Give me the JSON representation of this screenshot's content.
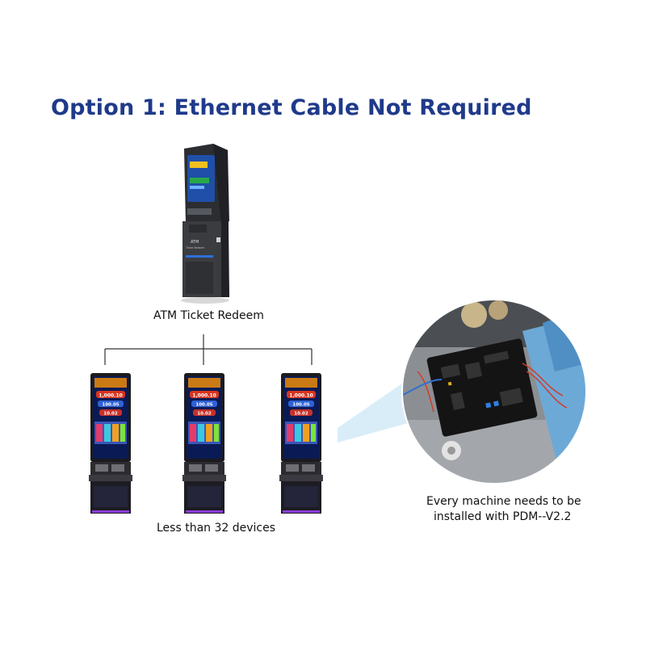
{
  "title": "Option 1:  Ethernet Cable Not Required",
  "atm": {
    "caption": "ATM Ticket Redeem",
    "panel_title": "ATM",
    "panel_sub": "Ticket Redeem",
    "icon": "atm-kiosk-icon"
  },
  "slots": {
    "caption": "Less than 32 devices",
    "screen_values": [
      "1,000.10",
      "100.05",
      "10.02"
    ],
    "icon": "slot-machine-icon"
  },
  "board": {
    "caption_line1": "Every machine needs to be",
    "caption_line2": "installed with PDM--V2.2",
    "icon": "circuit-board-icon"
  },
  "colors": {
    "title": "#1f3a8a",
    "line": "#333333",
    "beam": "#bfe0f3"
  }
}
